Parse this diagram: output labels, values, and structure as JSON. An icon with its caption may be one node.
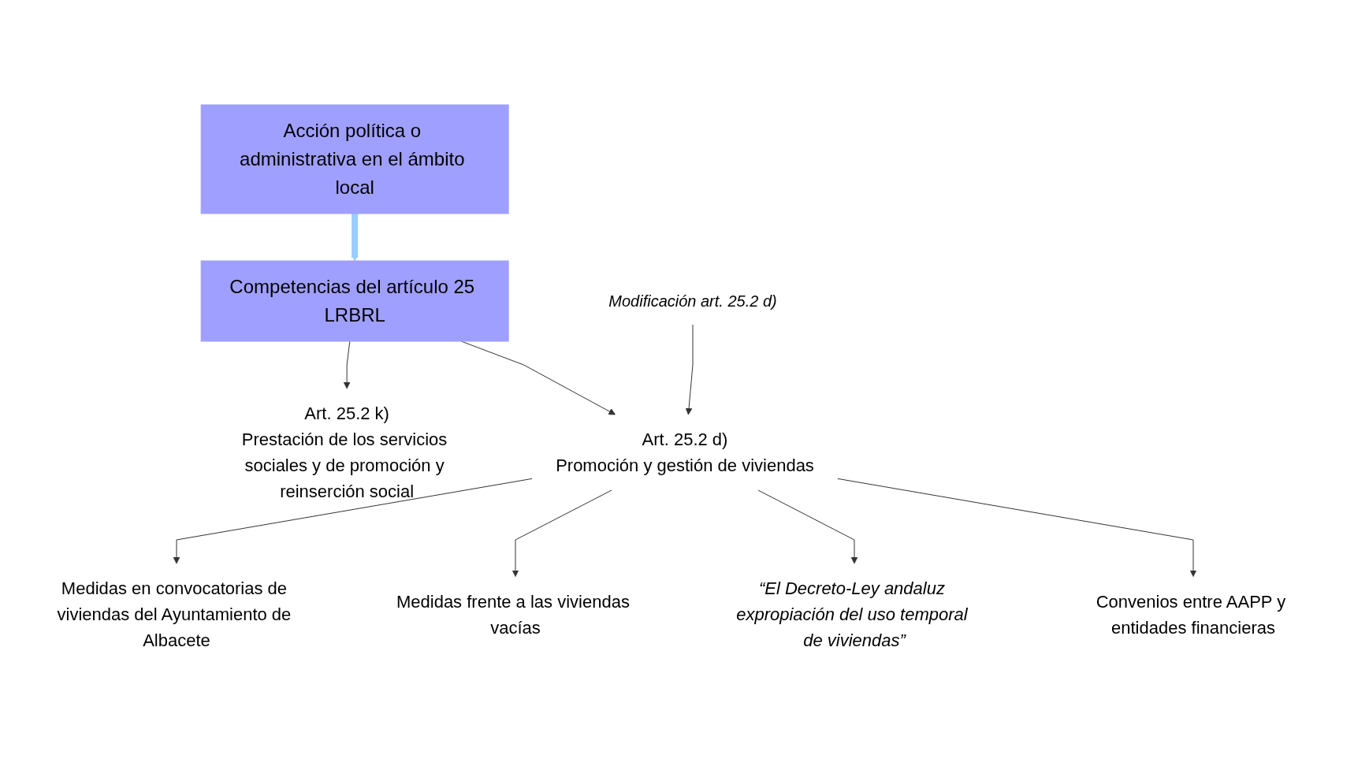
{
  "diagram": {
    "nodes": [
      {
        "text": [
          "Acción política o administrativa en el ámbito local"
        ]
      },
      {
        "text": [
          "Competencias del artículo 25 LRBRL"
        ]
      },
      {
        "text": [
          "Art. 25.2 k)",
          "Prestación de los servicios sociales y de promoción y reinserción social"
        ]
      },
      {
        "text": [
          "Art. 25.2 d)",
          "Promoción y gestión de viviendas"
        ]
      },
      {
        "text": [
          "Modificación art. 25.2 d)"
        ]
      },
      {
        "text": [
          "Medidas en convocatorias de viviendas del Ayuntamiento de Albacete"
        ]
      },
      {
        "text": [
          "Medidas frente a las viviendas vacías"
        ]
      },
      {
        "text": [
          "“El Decreto-Ley andaluz expropiación del uso temporal de viviendas”"
        ]
      },
      {
        "text": [
          "Convenios entre AAPP y entidades financieras"
        ]
      }
    ],
    "edges": [
      {
        "from": 0,
        "to": 1,
        "arrow": "to",
        "style": "thick",
        "color": "#99ccff"
      },
      {
        "from": 1,
        "to": 2,
        "arrow": "to"
      },
      {
        "from": 1,
        "to": 3,
        "arrow": "to"
      },
      {
        "from": 4,
        "to": 3,
        "arrow": "to"
      },
      {
        "from": 3,
        "to": 5,
        "arrow": "to"
      },
      {
        "from": 3,
        "to": 6,
        "arrow": "to"
      },
      {
        "from": 3,
        "to": 7,
        "arrow": "to"
      },
      {
        "from": 3,
        "to": 8,
        "arrow": "to"
      }
    ]
  }
}
